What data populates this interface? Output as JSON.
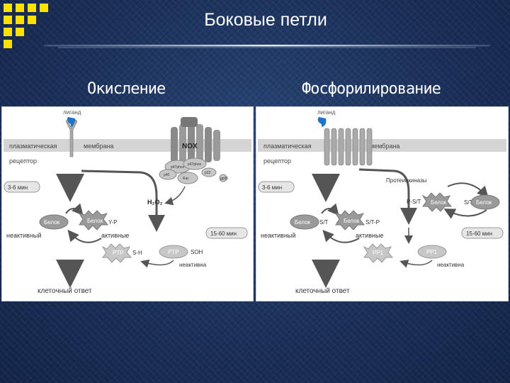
{
  "title": "Боковые петли",
  "subtitles": {
    "left": "Окисление",
    "right": "Фосфорилирование"
  },
  "left_panel": {
    "ligand": "лиганд",
    "membrane_left": "плазматическая",
    "membrane_right": "мембрана",
    "receptor": "рецептор",
    "time_fast": "3-6 мин",
    "time_slow": "15-60 мин",
    "nox": "NOX",
    "h2o2": "H₂O₂",
    "protein_inactive": "Белок",
    "protein_active": "Белок",
    "yp": "Y-P",
    "inactive": "неактивный",
    "active": "активные",
    "ptp_active": "PTP",
    "sh": "S-H",
    "ptp_inactive": "PTP",
    "soh": "SOH",
    "inactive_pl": "неактивна",
    "response": "клеточный ответ",
    "subunits": [
      "p47phox",
      "p67phox",
      "p40",
      "Rac",
      "p22",
      "gp91"
    ]
  },
  "right_panel": {
    "ligand": "лиганд",
    "membrane_left": "плазматическая",
    "membrane_right": "мембрана",
    "receptor": "рецептор",
    "time_fast": "3-6 мин",
    "time_slow": "15-60 мин",
    "kinases": "Протеинкиназы",
    "pst": "P-S/T",
    "protein_k1": "Белок",
    "st": "S/T",
    "protein_k2": "Белок",
    "protein_inactive": "Белок",
    "st2": "S/T",
    "protein_active": "Белок",
    "st_p": "S/T-P",
    "inactive": "неактивный",
    "active": "активные",
    "pp1_active": "PP1",
    "pp1_inactive": "PP1",
    "inactive_pl": "неактивна",
    "response": "клеточный ответ"
  },
  "colors": {
    "logo": "#ffe000",
    "membrane": "#d4d4d4",
    "protein_fill": "#9a9a9a",
    "enzyme_fill": "#c7c7c7",
    "arrow": "#555555",
    "ligand_blue": "#1e74c8"
  }
}
